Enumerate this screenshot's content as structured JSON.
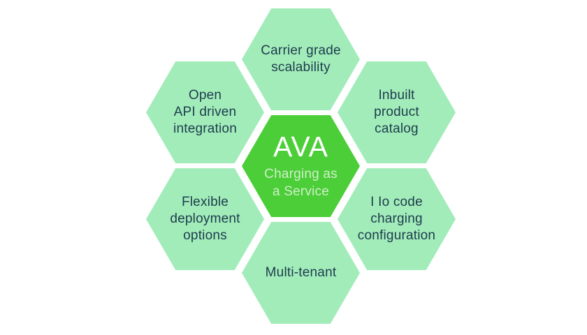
{
  "diagram": {
    "colors": {
      "hex_light": "#a2ecba",
      "hex_accent": "#4bce37",
      "text_dark": "#1d3c4c",
      "text_light": "#cfeeca",
      "text_white": "#ffffff",
      "background": "#ffffff"
    },
    "center_hexagon": {
      "title": "AVA",
      "subtitle": "Charging as\na Service"
    },
    "hexagons": [
      {
        "name": "carrier-grade-scalability",
        "label": "Carrier grade\nscalability"
      },
      {
        "name": "open-api-driven-integration",
        "label": "Open\nAPI driven\nintegration"
      },
      {
        "name": "inbuilt-product-catalog",
        "label": "Inbuilt\nproduct\ncatalog"
      },
      {
        "name": "flexible-deployment-options",
        "label": "Flexible\ndeployment\noptions"
      },
      {
        "name": "no-code-charging-configuration",
        "label": "I Io code\ncharging\nconfiguration"
      },
      {
        "name": "multi-tenant",
        "label": "Multi-tenant"
      }
    ]
  }
}
